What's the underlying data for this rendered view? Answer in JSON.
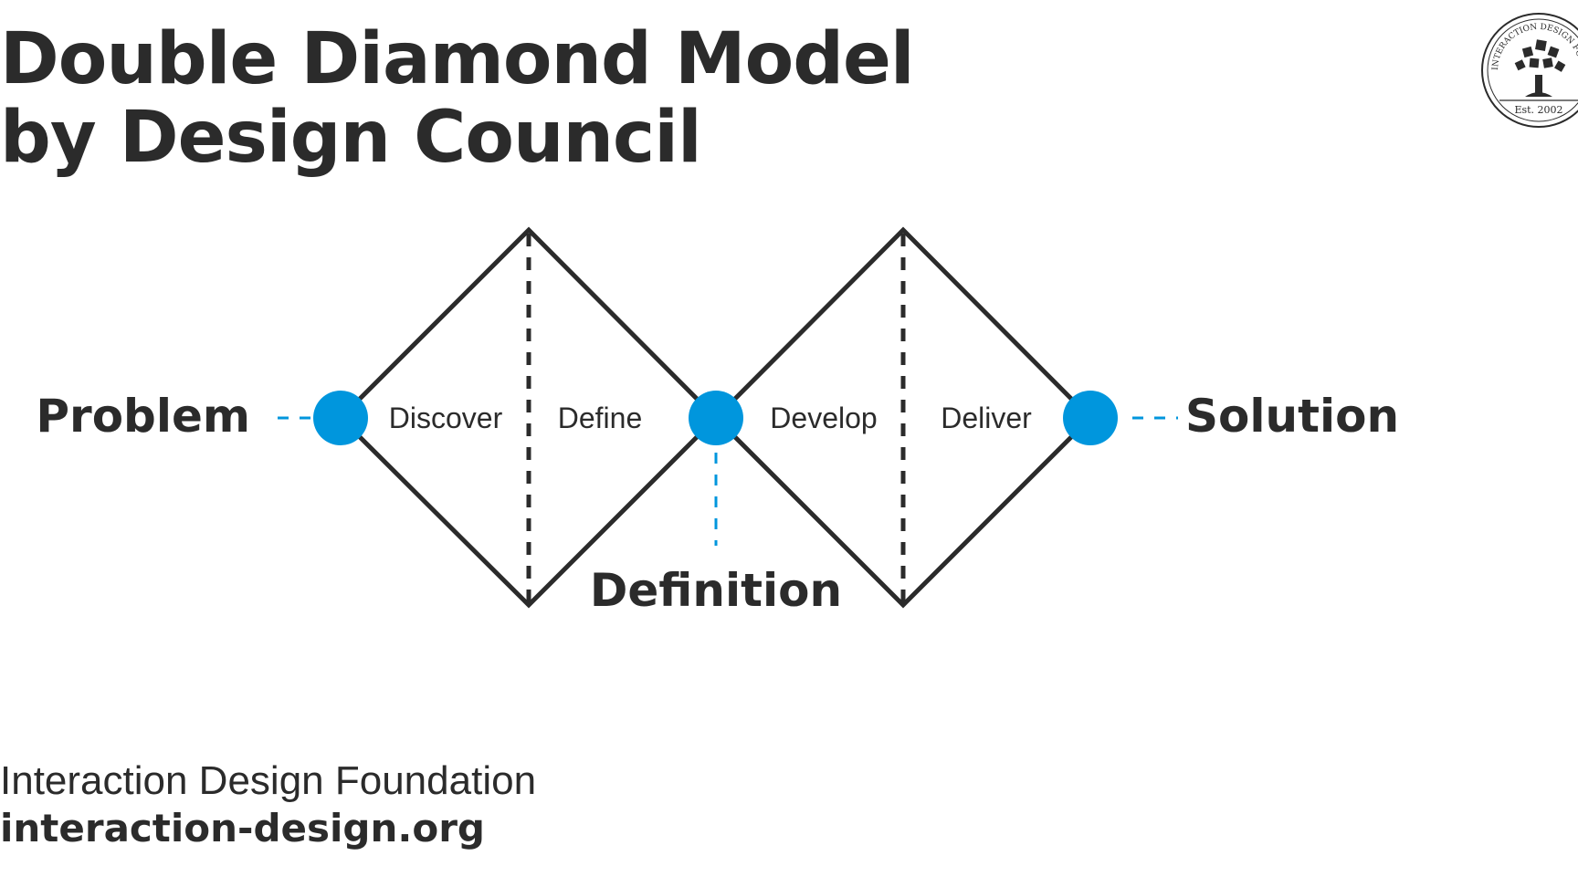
{
  "title": {
    "line1": "Double Diamond Model",
    "line2": "by Design Council"
  },
  "logo": {
    "arc_text": "INTERACTION DESIGN FOUNDATION",
    "est": "Est. 2002"
  },
  "diagram": {
    "endpoints": {
      "start": "Problem",
      "middle": "Definition",
      "end": "Solution"
    },
    "phases": [
      "Discover",
      "Define",
      "Develop",
      "Deliver"
    ],
    "colors": {
      "node": "#0096dd",
      "line": "#2b2b2b",
      "connector": "#0096dd"
    }
  },
  "footer": {
    "org": "Interaction Design Foundation",
    "url": "interaction-design.org"
  }
}
